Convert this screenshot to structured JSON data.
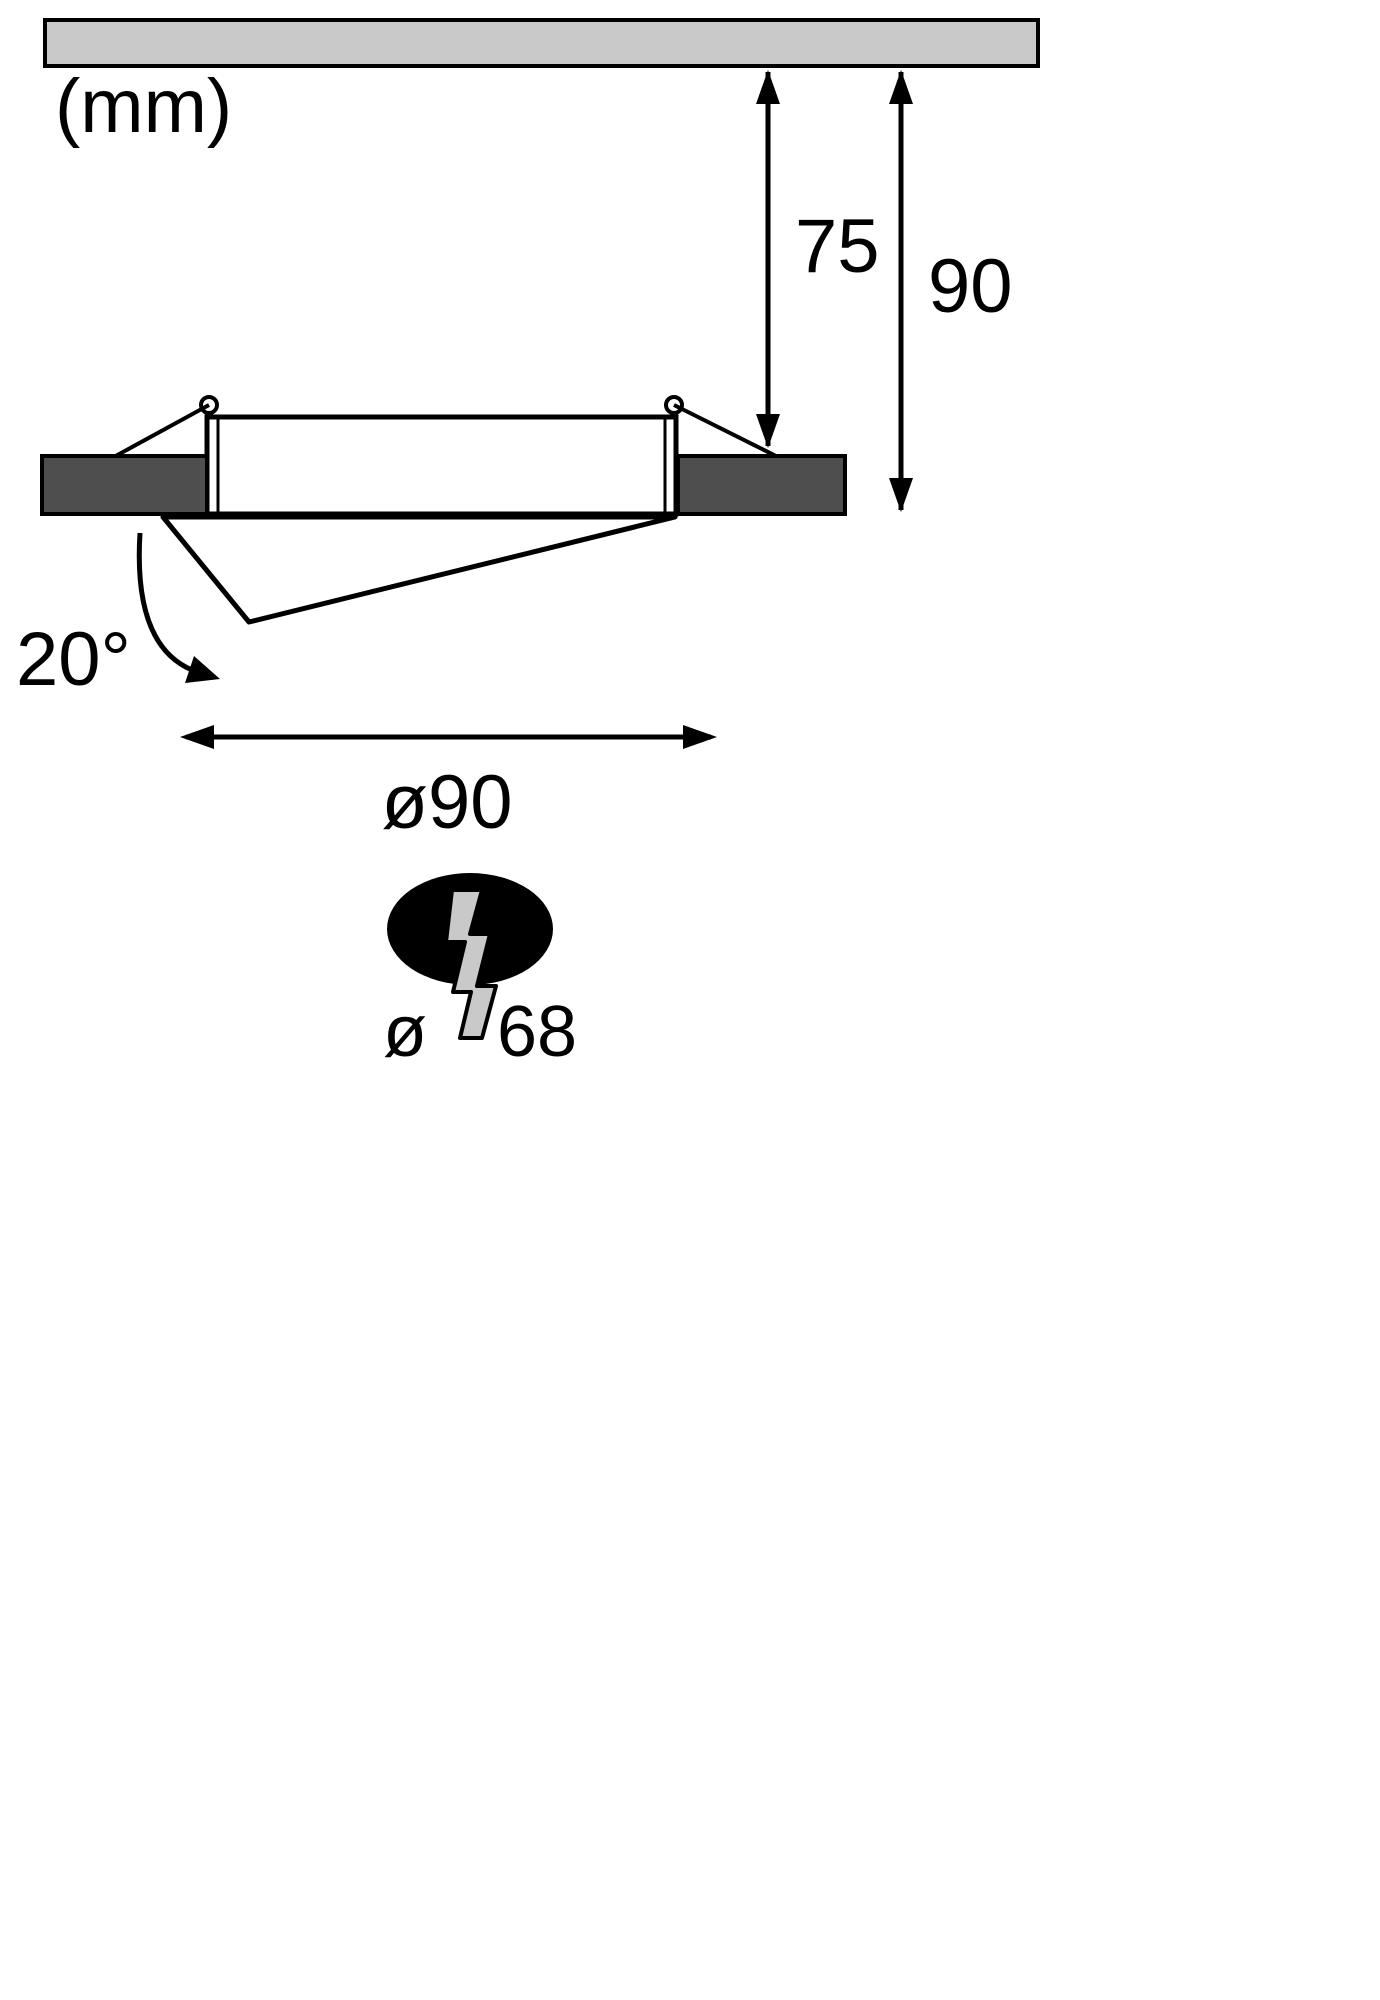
{
  "unit_label": "(mm)",
  "dimensions": {
    "recess_depth": "75",
    "overall_depth": "90",
    "tilt_angle": "20°",
    "outer_diameter": "ø90",
    "cutout_symbol": "ø",
    "cutout_value": "68"
  },
  "colors": {
    "ceiling_fill": "#c9c9c9",
    "trim_fill": "#4e4e4e",
    "bolt_fill": "#c9c9c9",
    "cutout_fill": "#000000",
    "line": "#000000"
  }
}
